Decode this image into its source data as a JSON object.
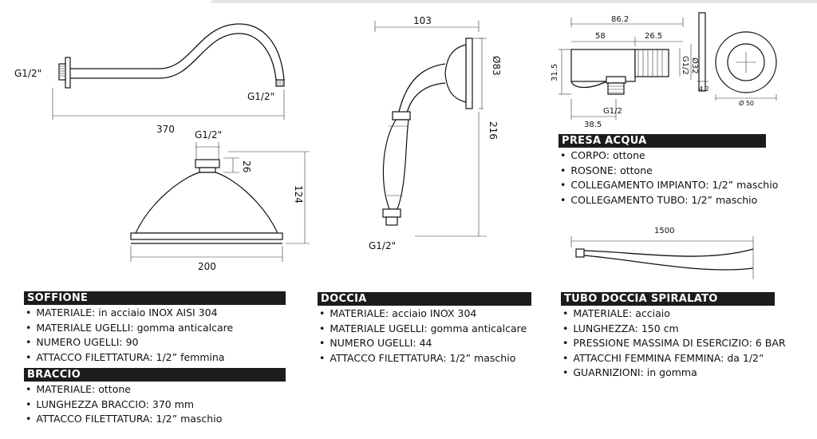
{
  "dimensions": {
    "arm_thread": "G1/2\"",
    "arm_outlet_thread": "G1/2\"",
    "arm_length": "370",
    "head_thread": "G1/2\"",
    "head_connector": "26",
    "head_height": "124",
    "head_diameter": "200",
    "hand_width": "103",
    "hand_diameter": "Ø83",
    "hand_length": "216",
    "hand_thread": "G1/2\"",
    "outlet_total": "86.2",
    "outlet_body": "58",
    "outlet_thread_len": "26.5",
    "outlet_thread_g": "G1/2",
    "outlet_bore": "Ø32",
    "outlet_height": "31.5",
    "outlet_bottom_thread": "G1/2",
    "outlet_bottom": "38.5",
    "rosette_thickness": "4.2",
    "rosette_diameter": "Ø 50",
    "hose_length": "1500"
  },
  "sections": {
    "soffione": {
      "title": "SOFFIONE",
      "items": [
        "MATERIALE: in acciaio INOX AISI 304",
        "MATERIALE UGELLI: gomma anticalcare",
        "NUMERO UGELLI: 90",
        "ATTACCO FILETTATURA: 1/2” femmina"
      ]
    },
    "braccio": {
      "title": "BRACCIO",
      "items": [
        "MATERIALE: ottone",
        "LUNGHEZZA BRACCIO: 370 mm",
        "ATTACCO FILETTATURA: 1/2” maschio"
      ]
    },
    "doccia": {
      "title": "DOCCIA",
      "items": [
        "MATERIALE: acciaio INOX 304",
        "MATERIALE UGELLI: gomma anticalcare",
        "NUMERO UGELLI: 44",
        "ATTACCO FILETTATURA: 1/2” maschio"
      ]
    },
    "presa_acqua": {
      "title": "PRESA ACQUA",
      "items": [
        "CORPO: ottone",
        "ROSONE: ottone",
        "COLLEGAMENTO IMPIANTO: 1/2” maschio",
        "COLLEGAMENTO TUBO: 1/2” maschio"
      ]
    },
    "tubo": {
      "title": "TUBO DOCCIA SPIRALATO",
      "items": [
        "MATERIALE: acciaio",
        "LUNGHEZZA: 150 cm",
        "PRESSIONE MASSIMA DI ESERCIZIO: 6 BAR",
        "ATTACCHI FEMMINA FEMMINA: da 1/2”",
        "GUARNIZIONI: in gomma"
      ]
    }
  }
}
